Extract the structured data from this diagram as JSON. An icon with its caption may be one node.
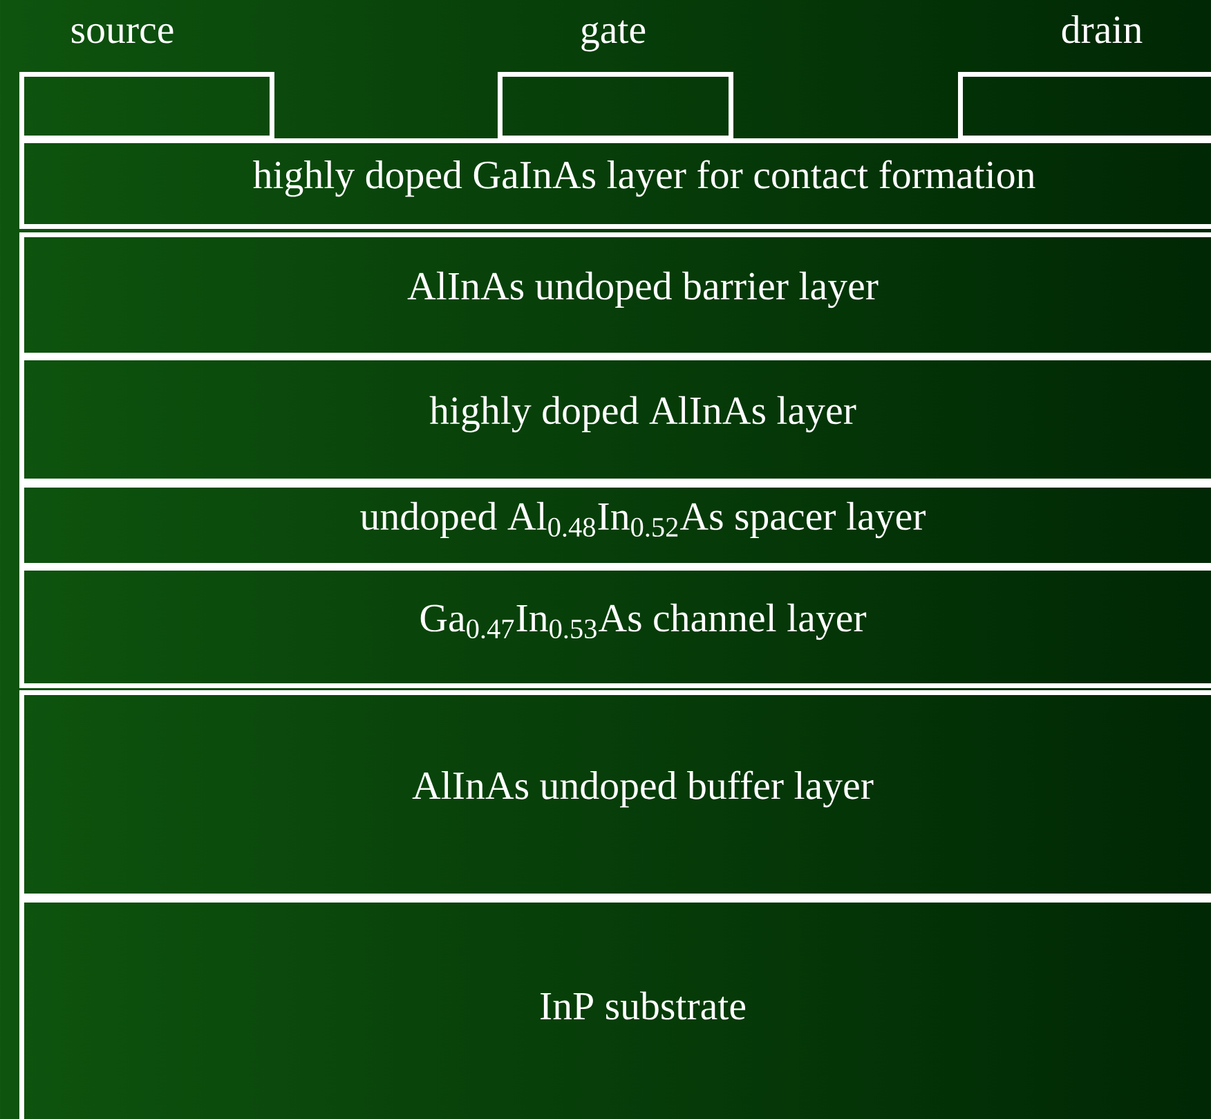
{
  "diagram": {
    "nodes": [
      {
        "text": [
          "source"
        ]
      },
      {
        "text": [
          "gate"
        ]
      },
      {
        "text": [
          "drain"
        ]
      },
      {
        "text": [
          "highly doped GaInAs layer for contact formation"
        ]
      },
      {
        "text": [
          "AlInAs undoped barrier layer"
        ]
      },
      {
        "text": [
          "highly doped AlInAs layer"
        ]
      },
      {
        "text": [
          "undoped Al$_{0.48}$In$_{0.52}$As spacer layer"
        ]
      },
      {
        "text": [
          "Ga$_{0.47}$In$_{0.53}$As channel layer"
        ]
      },
      {
        "text": [
          "AlInAs undoped buffer layer"
        ]
      },
      {
        "text": [
          "InP substrate"
        ]
      }
    ]
  }
}
